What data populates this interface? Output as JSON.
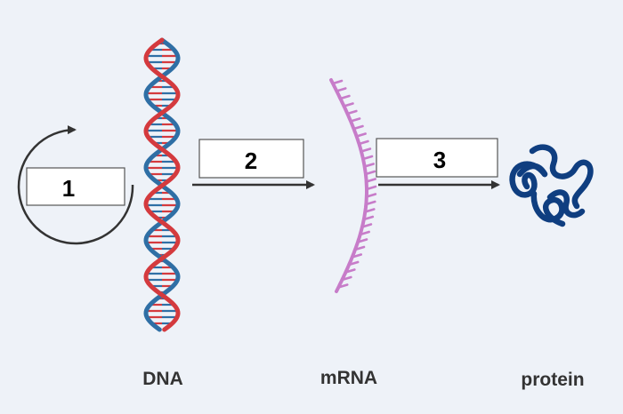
{
  "colors": {
    "background": "#eef2f8",
    "dna_red": "#d43a3e",
    "dna_blue": "#2f6fa5",
    "mrna": "#c77cc9",
    "protein": "#0f3e80",
    "arrow": "#333333",
    "box_fill": "#ffffff",
    "box_border": "#555555"
  },
  "steps": [
    {
      "number": "1",
      "process_icon": "circular-arrow-icon"
    },
    {
      "number": "2",
      "process_icon": "right-arrow-icon"
    },
    {
      "number": "3",
      "process_icon": "right-arrow-icon"
    }
  ],
  "molecules": {
    "dna": {
      "label": "DNA",
      "icon": "dna-double-helix-icon"
    },
    "mrna": {
      "label": "mRNA",
      "icon": "mrna-strand-icon"
    },
    "protein": {
      "label": "protein",
      "icon": "folded-protein-icon"
    }
  }
}
